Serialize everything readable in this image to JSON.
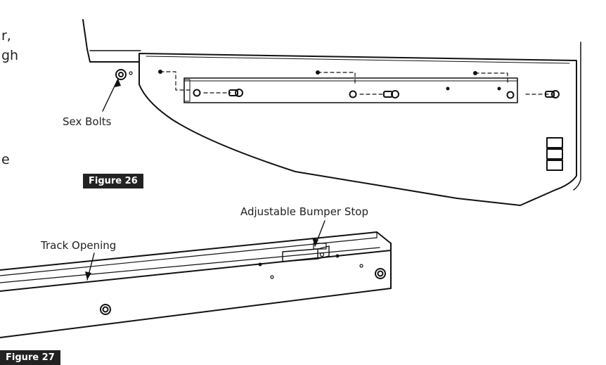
{
  "text_fragments": [
    "r,",
    "gh",
    "e"
  ],
  "figure26": {
    "tag": "Figure 26",
    "callouts": {
      "sex_bolts": "Sex Bolts"
    }
  },
  "figure27": {
    "tag": "Figure 27",
    "callouts": {
      "bumper_stop": "Adjustable Bumper Stop",
      "track_opening": "Track Opening"
    }
  }
}
